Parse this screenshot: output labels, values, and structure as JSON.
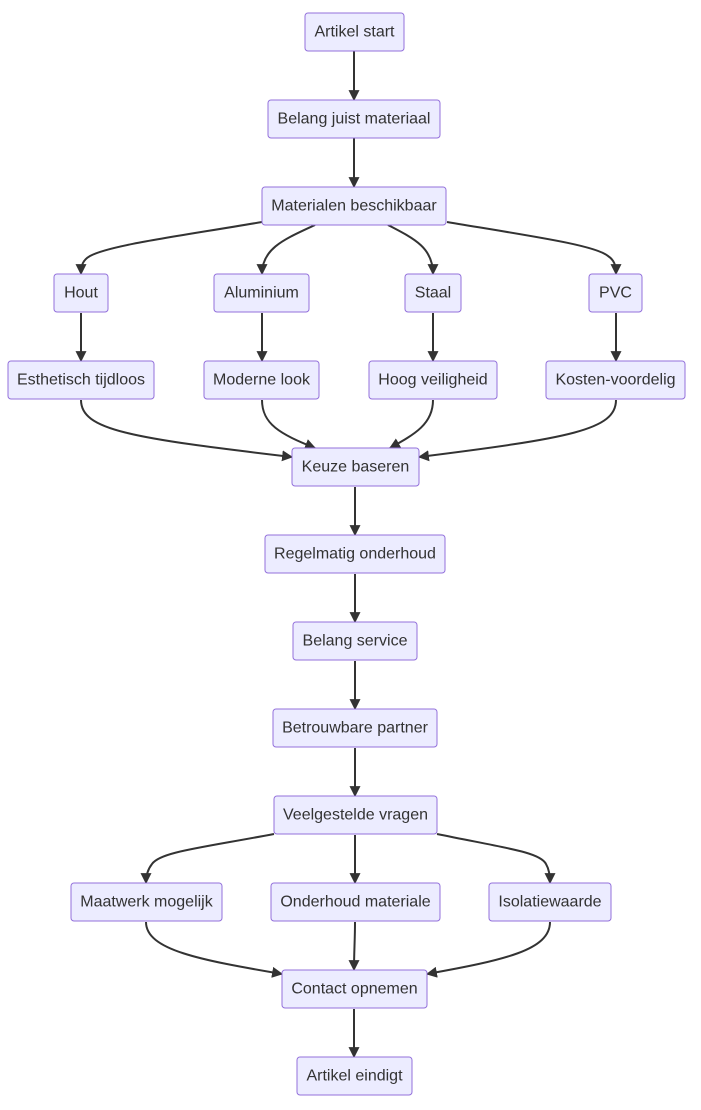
{
  "flowchart": {
    "nodes": {
      "artikel_start": "Artikel start",
      "belang_materiaal": "Belang juist materiaal",
      "materialen": "Materialen beschikbaar",
      "hout": "Hout",
      "aluminium": "Aluminium",
      "staal": "Staal",
      "pvc": "PVC",
      "esthetisch": "Esthetisch tijdloos",
      "moderne": "Moderne look",
      "hoog": "Hoog veiligheid",
      "kosten": "Kosten-voordelig",
      "keuze": "Keuze baseren",
      "regelmatig": "Regelmatig onderhoud",
      "belang_service": "Belang service",
      "betrouwbare": "Betrouwbare partner",
      "veelgestelde": "Veelgestelde vragen",
      "maatwerk": "Maatwerk mogelijk",
      "onderhoud_mat": "Onderhoud materiale",
      "isolatie": "Isolatiewaarde",
      "contact": "Contact opnemen",
      "artikel_eind": "Artikel eindigt"
    },
    "edges": [
      {
        "from": "artikel_start",
        "to": "belang_materiaal"
      },
      {
        "from": "belang_materiaal",
        "to": "materialen"
      },
      {
        "from": "materialen",
        "to": "hout"
      },
      {
        "from": "materialen",
        "to": "aluminium"
      },
      {
        "from": "materialen",
        "to": "staal"
      },
      {
        "from": "materialen",
        "to": "pvc"
      },
      {
        "from": "hout",
        "to": "esthetisch"
      },
      {
        "from": "aluminium",
        "to": "moderne"
      },
      {
        "from": "staal",
        "to": "hoog"
      },
      {
        "from": "pvc",
        "to": "kosten"
      },
      {
        "from": "esthetisch",
        "to": "keuze"
      },
      {
        "from": "moderne",
        "to": "keuze"
      },
      {
        "from": "hoog",
        "to": "keuze"
      },
      {
        "from": "kosten",
        "to": "keuze"
      },
      {
        "from": "keuze",
        "to": "regelmatig"
      },
      {
        "from": "regelmatig",
        "to": "belang_service"
      },
      {
        "from": "belang_service",
        "to": "betrouwbare"
      },
      {
        "from": "betrouwbare",
        "to": "veelgestelde"
      },
      {
        "from": "veelgestelde",
        "to": "maatwerk"
      },
      {
        "from": "veelgestelde",
        "to": "onderhoud_mat"
      },
      {
        "from": "veelgestelde",
        "to": "isolatie"
      },
      {
        "from": "maatwerk",
        "to": "contact"
      },
      {
        "from": "onderhoud_mat",
        "to": "contact"
      },
      {
        "from": "isolatie",
        "to": "contact"
      },
      {
        "from": "contact",
        "to": "artikel_eind"
      }
    ]
  }
}
